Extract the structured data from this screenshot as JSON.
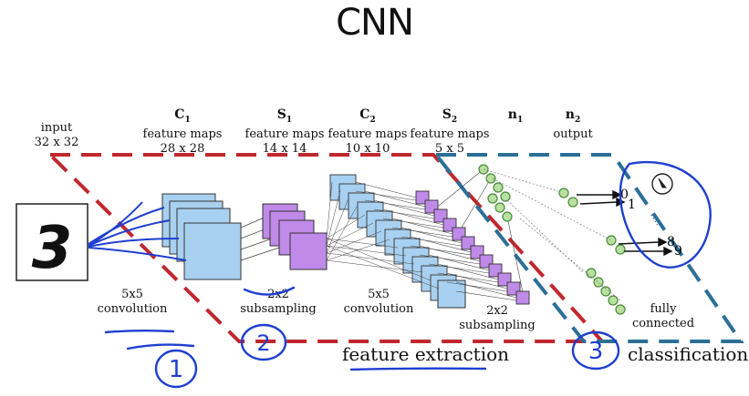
{
  "slide": {
    "title": "CNN"
  },
  "layers": [
    {
      "name": "input",
      "sub": "",
      "line1": "input",
      "line2": "32 x 32"
    },
    {
      "name": "C",
      "sub": "1",
      "line1": "feature maps",
      "line2": "28 x 28"
    },
    {
      "name": "S",
      "sub": "1",
      "line1": "feature maps",
      "line2": "14 x 14"
    },
    {
      "name": "C",
      "sub": "2",
      "line1": "feature maps",
      "line2": "10 x 10"
    },
    {
      "name": "S",
      "sub": "2",
      "line1": "feature maps",
      "line2": "5 x 5"
    },
    {
      "name": "n",
      "sub": "1",
      "line1": "",
      "line2": ""
    },
    {
      "name": "n",
      "sub": "2",
      "line1": "output",
      "line2": ""
    }
  ],
  "operations": [
    {
      "line1": "5x5",
      "line2": "convolution"
    },
    {
      "line1": "2x2",
      "line2": "subsampling"
    },
    {
      "line1": "5x5",
      "line2": "convolution"
    },
    {
      "line1": "2x2",
      "line2": "subsampling"
    },
    {
      "line1": "fully",
      "line2": "connected"
    }
  ],
  "input_digit": "3",
  "output_digits": [
    "0",
    "1",
    "8",
    "9"
  ],
  "regions": {
    "feature_extraction": "feature extraction",
    "classification": "classification"
  },
  "annotations": [
    "1",
    "2",
    "3"
  ],
  "colors": {
    "feature_extraction_border": "#c0272d",
    "classification_border": "#2b6f97",
    "conv_map": "#a8d0f0",
    "pool_map": "#c08ae8",
    "neuron": "#b8e0a0",
    "neuron_stroke": "#4a8a3a",
    "pen": "#1f3fd0"
  }
}
